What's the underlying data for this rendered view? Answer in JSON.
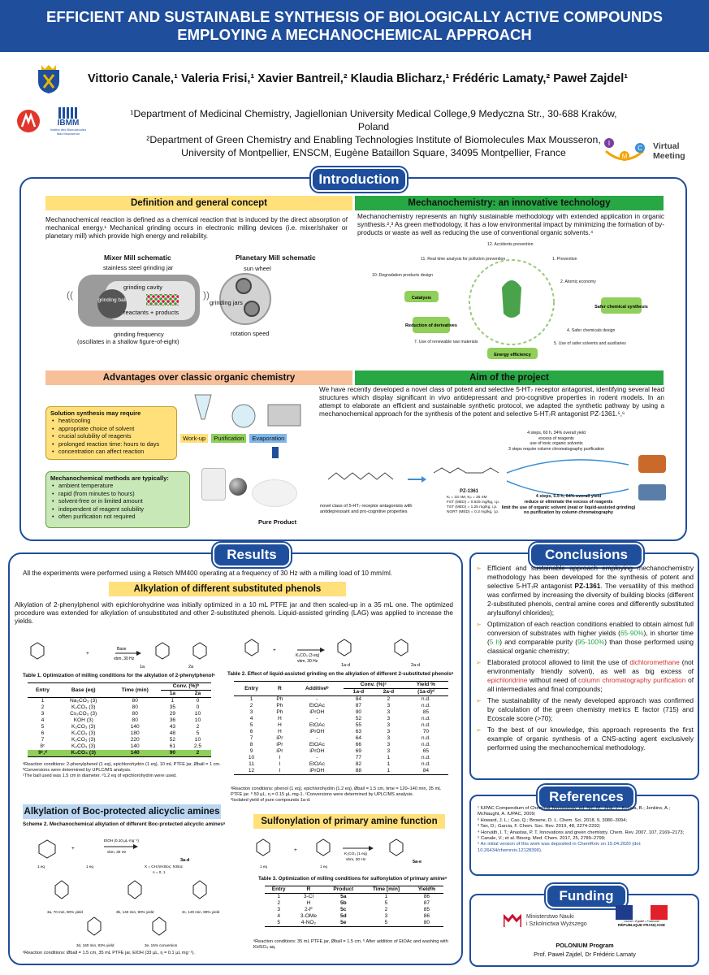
{
  "header": {
    "title_line1": "EFFICIENT AND SUSTAINABLE SYNTHESIS OF BIOLOGICALLY ACTIVE COMPOUNDS",
    "title_line2": "EMPLOYING A MECHANOCHEMICAL APPROACH"
  },
  "authors": "Vittorio Canale,¹ Valeria Frisi,¹ Xavier Bantreil,² Klaudia Blicharz,¹ Frédéric Lamaty,² Paweł Zajdel¹",
  "affiliations": {
    "line1": "¹Department of Medicinal Chemistry, Jagiellonian University Medical College,9 Medyczna Str., 30-688 Kraków, Poland",
    "line2": "²Department of Green Chemistry and Enabling Technologies Institute of Biomolecules Max Mousseron,",
    "line3": "University of Montpellier, ENSCM, Eugène Bataillon Square, 34095 Montpellier, France"
  },
  "logos": {
    "ibmm": "IBMM",
    "ibmm_sub": "Institut des Biomolécules Max Mousseron",
    "virtual_meeting": "Virtual Meeting",
    "imc_letters": [
      "I",
      "M",
      "C"
    ]
  },
  "introduction": {
    "title": "Introduction",
    "definition": {
      "heading": "Definition and general concept",
      "text": "Mechanochemical reaction is defined as a chemical reaction that is induced by the direct absorption of mechanical energy.¹ Mechanical grinding occurs in electronic milling devices (i.e. mixer/shaker or planetary mill) which provide high energy and reliability.",
      "mixer_title": "Mixer Mill schematic",
      "planetary_title": "Planetary Mill schematic",
      "mixer_labels": [
        "stainless steel grinding jar",
        "grinding cavity",
        "grinding ball",
        "reactants + products",
        "grinding frequency",
        "(oscillates in a shallow figure-of-eight)"
      ],
      "planetary_labels": [
        "sun wheel",
        "grinding jars",
        "rotation speed"
      ]
    },
    "mechanochemistry": {
      "heading": "Mechanochemistry: an innovative technology",
      "text": "Mechanochemistry represents an highly sustainable methodology with extended application in organic synthesis.²,³ As green methodology, it has a low environmental impact by minimizing the formation of by-products or waste as well as reducing the use of conventional organic solvents.⁴",
      "principles": [
        "12. Accidents prevention",
        "1. Prevention",
        "2. Atomic economy",
        "Safer chemical synthesis",
        "4. Safer chemicals design",
        "5. Use of safer solvents and auxiliaries",
        "Energy efficiency",
        "7. Use of renewable raw materials",
        "Reduction of derivatives",
        "Catalysis",
        "10. Degradation products design",
        "11. Real time analysis for pollution prevention"
      ]
    },
    "advantages": {
      "heading": "Advantages over classic organic chemistry",
      "solution_title": "Solution synthesis may require",
      "solution_items": [
        "heat/cooling",
        "appropriate choice of solvent",
        "crucial solubility of reagents",
        "prolonged reaction time: hours to days",
        "concentration can affect reaction"
      ],
      "workflow": [
        "Work-up",
        "Purification",
        "Evaporation"
      ],
      "mechano_title": "Mechanochemical methods are typically:",
      "mechano_items": [
        "ambient temperature",
        "rapid (from minutes to hours)",
        "solvent-free or in limited amount",
        "independent of reagent solubility",
        "often purification not required"
      ],
      "pure_product": "Pure Product"
    },
    "aim": {
      "heading": "Aim of the project",
      "text": "We have recently developed a novel class of potent and selective 5-HT₇ receptor antagonist, identifying several lead structures which display significant in vivo antidepressant and pro-cognitive properties in rodent models. In an attempt to elaborate an efficient and sustainable synthetic protocol, we adapted the synthetic pathway by using a mechanochemical approach for the synthesis of the potent and selective 5-HT₇R antagonist PZ-1361.⁵,⁶",
      "old_route": [
        "4 steps, 60 h, 34% overall yield",
        "excess of reagents",
        "use of toxic organic solvents",
        "3 steps require column chromatography purification"
      ],
      "new_route": [
        "4 steps, 5.5 h, 64% overall yield",
        "reduce or eliminate the excess of reagents",
        "limit the use of organic solvent (neat or liquid-assisted grinding)",
        "no purification by column chromatography"
      ],
      "compound": "PZ-1361",
      "compound_data": [
        "Kᵢ = 33 nM, Kₚ = 25 nM",
        "FST (MED) = 0.625 mg/kg, i.p.",
        "TST (MED) = 1.25 mg/kg, i.p.",
        "NORT (MED) = 0.3 mg/kg, i.p."
      ],
      "caption": "novel class of 5-HT₇ receptor antagonists with antidepressant and pro-cognitive properties"
    }
  },
  "results": {
    "title": "Results",
    "intro": "All the experiments were performed using a Retsch MM400 operating at a frequency of 30 Hz with a milling load of 10 mm/ml.",
    "phenols_heading": "Alkylation of different substituted phenols",
    "phenols_text": "Alkylation of 2-phenylphenol with epichlorohydrine was initially optimized in a 10 mL PTFE jar and then scaled-up in a 35 mL one. The optimized procedure was extended for alkylation of unsubstituted and other 2-substituted phenols. Liquid-assisted grinding (LAG) was applied to increase the yields.",
    "scheme1_conditions": [
      "Base",
      "vbm, 30 Hz"
    ],
    "scheme1_labels": [
      "1a",
      "2a"
    ],
    "table1": {
      "title": "Table 1. Optimization of milling conditions for the alkylation of 2-phenylphenolᵃ",
      "headers": [
        "Entry",
        "Base (eq)",
        "Time (min)",
        "Conv. (%)ᵇ",
        "1a",
        "2a"
      ],
      "rows": [
        [
          "1",
          "Na₂CO₃ (3)",
          "80",
          "1",
          "0"
        ],
        [
          "2",
          "K₂CO₃ (3)",
          "80",
          "35",
          "0"
        ],
        [
          "3",
          "Cs₂CO₃ (3)",
          "80",
          "29",
          "10"
        ],
        [
          "4",
          "KOH (3)",
          "80",
          "36",
          "10"
        ],
        [
          "5",
          "K₂CO₃ (3)",
          "140",
          "43",
          "2"
        ],
        [
          "6",
          "K₂CO₃ (3)",
          "180",
          "48",
          "5"
        ],
        [
          "7",
          "K₂CO₃ (3)",
          "220",
          "52",
          "10"
        ],
        [
          "8ᶜ",
          "K₂CO₃ (3)",
          "140",
          "61",
          "2.5"
        ],
        [
          "9ᶜ,ᵈ",
          "K₂CO₃ (3)",
          "140",
          "90",
          "2"
        ]
      ],
      "notes": [
        "ᵃReaction conditions: 2-phenylphenol (1 eq), epichlorohydrin (1 eq), 10 mL PTFE jar, Øball = 1 cm. ᵇConversions were determined by UPLC/MS analysis.",
        "ᶜThe ball used was 1.5 cm in diameter. ᵈ1.2 eq of epichlorohydrin were used."
      ]
    },
    "scheme2_conditions": [
      "K₂CO₃ (3 eq)",
      "vbm, 30 Hz"
    ],
    "scheme2_labels": [
      "1a-d",
      "2a-d"
    ],
    "table2": {
      "title": "Table 2. Effect of liquid-assisted grinding on the alkylation of different 2-substituted phenolsᵃ",
      "headers": [
        "Entry",
        "R",
        "Additiveᵇ",
        "Conv. (%)ᶜ",
        "1a-d",
        "2a-d",
        "Yield %",
        "(1a-d)ᵈ"
      ],
      "rows": [
        [
          "1",
          "Ph",
          "-",
          "84",
          "2",
          "n.d."
        ],
        [
          "2",
          "Ph",
          "EtOAc",
          "87",
          "3",
          "n.d."
        ],
        [
          "3",
          "Ph",
          "iPrOH",
          "90",
          "3",
          "85"
        ],
        [
          "4",
          "H",
          "-",
          "52",
          "3",
          "n.d."
        ],
        [
          "5",
          "H",
          "EtOAc",
          "55",
          "3",
          "n.d."
        ],
        [
          "6",
          "H",
          "iPrOH",
          "63",
          "3",
          "70"
        ],
        [
          "7",
          "iPr",
          "-",
          "64",
          "3",
          "n.d."
        ],
        [
          "8",
          "iPr",
          "EtOAc",
          "66",
          "3",
          "n.d."
        ],
        [
          "9",
          "iPr",
          "iPrOH",
          "69",
          "3",
          "65"
        ],
        [
          "10",
          "I",
          "-",
          "77",
          "1",
          "n.d."
        ],
        [
          "11",
          "I",
          "EtOAc",
          "82",
          "1",
          "n.d."
        ],
        [
          "12",
          "I",
          "iPrOH",
          "88",
          "1",
          "84"
        ]
      ],
      "notes": [
        "ᵃReaction conditions: phenol (1 eq), epichlorohydrin (1.2 eq), Øball = 1.5 cm, time = 120–140 min, 35 mL PTFE jar. ᵇ 50 µL, η = 0.15 µL·mg-1. ᶜConversions were determined by UPLC/MS analysis.",
        "ᵈIsolated yield of pure compounds 1a-d."
      ]
    },
    "boc_heading": "Alkylation of Boc-protected alicyclic amines",
    "scheme3_title": "Scheme 2. Mechanochemical alkylation of different Boc-protected alicyclic aminesᵃ",
    "scheme3_conditions": [
      "EtOH (0.10 µL·mg⁻¹)",
      "vbm, 30 Hz"
    ],
    "scheme3_product": "3a-d",
    "scheme3_note": [
      "X = CH,NH:Boc; N:Boc",
      "n = 0, 1"
    ],
    "scheme3_eq": [
      "1 eq",
      "1 eq"
    ],
    "boc_products": [
      "3a, 70 min, 90% yield",
      "3b, 140 min, 90% yield",
      "3c, 120 min, 89% yield",
      "3d, 160 min, 83% yield",
      "3e, 15% conversion"
    ],
    "boc_notes": "ᵃReaction conditions: Øball = 1.5 cm, 35 mL PTFE jar, EtOH (33 µL, η = 0.1 µL mg⁻¹).",
    "sulfonylation_heading": "Sulfonylation of primary amine function",
    "scheme4_conditions": [
      "K₂CO₃ (1 eq)",
      "vbm, 30 Hz"
    ],
    "scheme4_eq": [
      "1 eq",
      "1 eq"
    ],
    "scheme4_product": "5a-e",
    "table3": {
      "title": "Table 3. Optimization of milling conditions for sulfonylation of primary amineᵃ",
      "headers": [
        "Entry",
        "R",
        "Product",
        "Time [min]",
        "Yield%"
      ],
      "rows": [
        [
          "1",
          "3-Cl",
          "5a",
          "1",
          "86"
        ],
        [
          "2",
          "H",
          "5b",
          "5",
          "87"
        ],
        [
          "3",
          "2-F",
          "5c",
          "2",
          "85"
        ],
        [
          "4",
          "3-OMe",
          "5d",
          "3",
          "86"
        ],
        [
          "5",
          "4-NO₂",
          "5e",
          "5",
          "80"
        ]
      ],
      "notes": "ᵃReaction conditions: 35 mL PTFE jar, Øball = 1.5 cm. ᵇ After addition of EtOAc and washing with KHSO₄ aq."
    }
  },
  "conclusions": {
    "title": "Conclusions",
    "items": [
      {
        "parts": [
          {
            "t": "Efficient and sustainable approach employing mechanochemistry methodology has been developed for the synthesis of potent and selective 5-HT₇R antagonist "
          },
          {
            "t": "PZ-1361",
            "b": true
          },
          {
            "t": ". The versatility of this method was confirmed by increasing the diversity of building blocks (different 2-substituted phenols, central amine cores and differently substituted arylsulfonyl chlorides);"
          }
        ]
      },
      {
        "parts": [
          {
            "t": "Optimization of each reaction conditions enabled to obtain almost full conversion of substrates with higher yields ("
          },
          {
            "t": "65-90%",
            "g": true
          },
          {
            "t": "), in shorter time ("
          },
          {
            "t": "5 h",
            "g": true
          },
          {
            "t": ") and comparable purity ("
          },
          {
            "t": "95-100%",
            "g": true
          },
          {
            "t": ") than those performed using classical organic chemistry;"
          }
        ]
      },
      {
        "parts": [
          {
            "t": "Elaborated protocol allowed to limit the use of "
          },
          {
            "t": "dichloromethane",
            "r": true
          },
          {
            "t": " (not environmentally friendly solvent), as well as big excess of "
          },
          {
            "t": "epichloridrine",
            "r": true
          },
          {
            "t": " without need of "
          },
          {
            "t": "column chromatography purification",
            "r": true
          },
          {
            "t": " of all intermediates and final compounds;"
          }
        ]
      },
      {
        "parts": [
          {
            "t": "The sustainability of the newly developed approach was confirmed by calculation of the green chemistry metrics E factor (715) and Ecoscale score (>70);"
          }
        ]
      },
      {
        "parts": [
          {
            "t": "To the best of our knowledge, this approach represents the first example of organic synthesis of a CNS-acting agent exclusively performed using the mechanochemical methodology."
          }
        ]
      }
    ]
  },
  "references": {
    "title": "References",
    "items": [
      "¹ IUPAC Compendium of Chemical Terminology, ed. Nič, M.; Jirát, J.; Košata, B.; Jenkins, A.; McNaught, A. IUPAC, 2009;",
      "² Howard, J. L.; Cao, Q.; Browne, D. L. Chem. Sci. 2018, 9, 3080–3094;",
      "³ Tan, D.; Garcia, F. Chem. Soc. Rev. 2019, 48, 2274-2292;",
      "⁴ Horváth, I. T.; Anastas, P. T. Innovations and green chemistry. Chem. Rev. 2007, 107, 2169–2173;",
      "⁵ Canale, V.; et al. Bioorg. Med. Chem. 2017, 25, 2789–2799;",
      "⁶ An initial version of this work was deposited in ChemRxiv on 15.04.2020 (doi: 10.26434/chemrxiv.12128390)."
    ]
  },
  "funding": {
    "title": "Funding",
    "ministry": [
      "Ministerstwo Nauki",
      "i Szkolnictwa Wyższego"
    ],
    "france": [
      "Liberté • Égalité • Fraternité",
      "RÉPUBLIQUE FRANÇAISE"
    ],
    "program": "POLONIUM Program",
    "people": "Prof. Paweł Zajdel, Dr Frédéric Lamaty"
  },
  "colors": {
    "primary": "#1f4e9c",
    "yellow": "#ffe07a",
    "green": "#27a844",
    "orange": "#f7c09a",
    "highlight_red": "#d0342c",
    "highlight_green": "#27a844"
  }
}
